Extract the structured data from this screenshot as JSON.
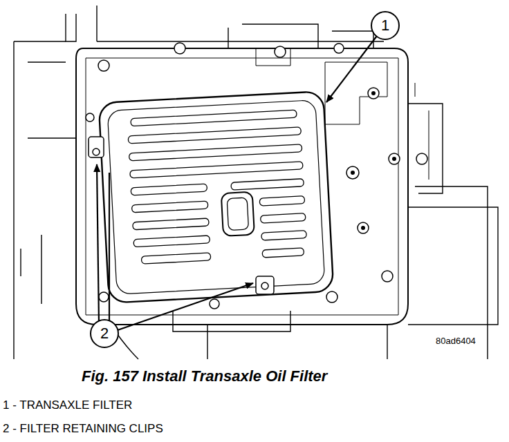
{
  "diagram": {
    "caption": "Fig. 157 Install Transaxle Oil Filter",
    "nodes": [
      {
        "text": [
          "1"
        ]
      },
      {
        "text": [
          "2"
        ]
      }
    ],
    "labels": [
      "80ad6404",
      "1 - TRANSAXLE FILTER",
      "2 - FILTER RETAINING CLIPS"
    ]
  }
}
